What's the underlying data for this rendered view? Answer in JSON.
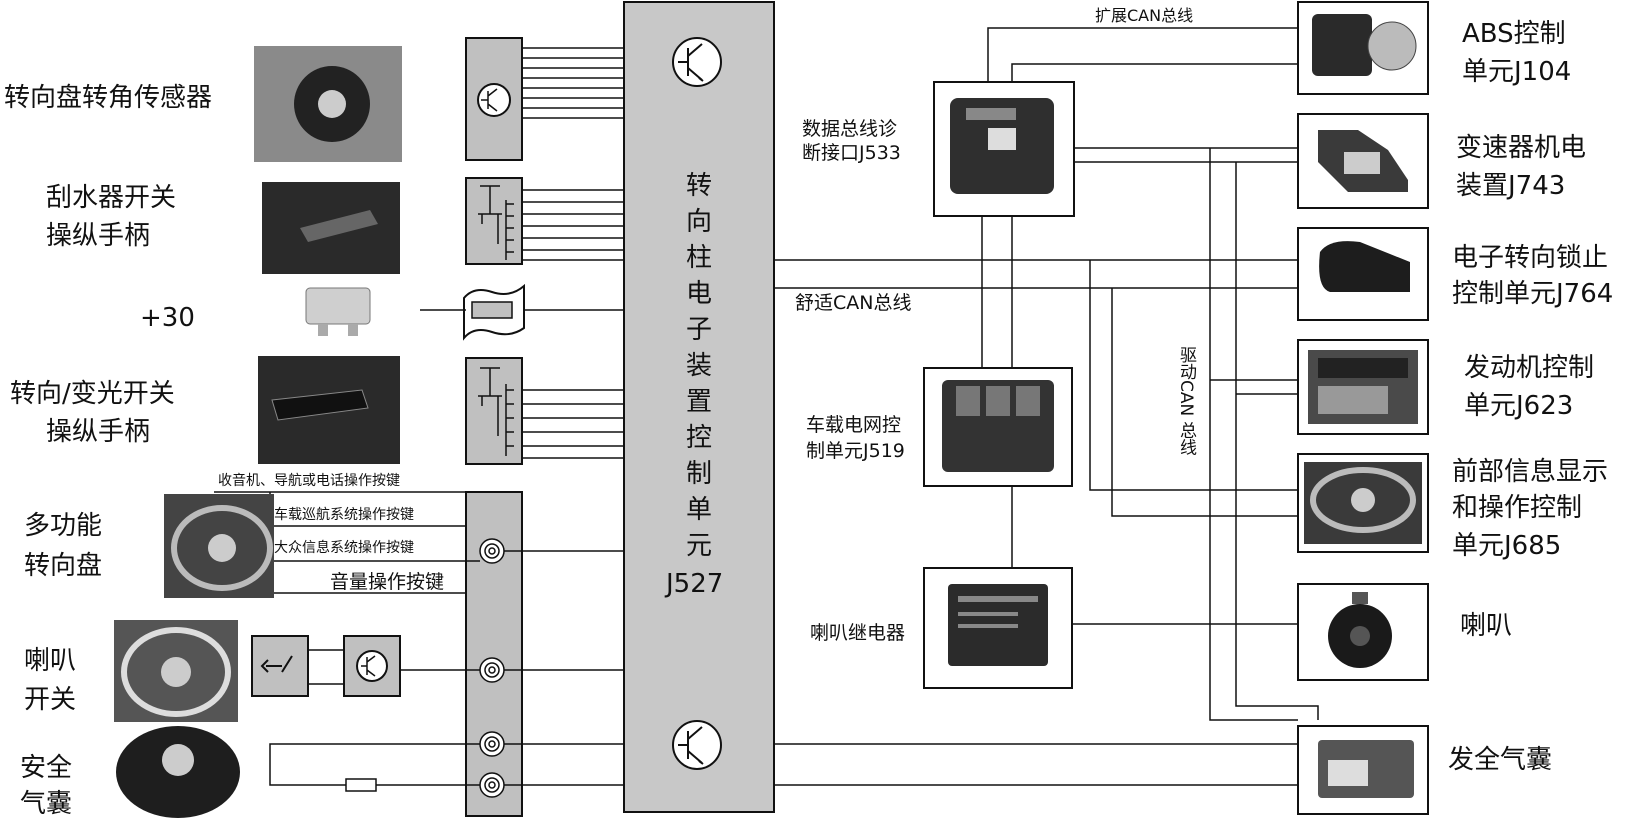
{
  "central_unit": {
    "label": [
      "转",
      "向",
      "柱",
      "电",
      "子",
      "装",
      "置",
      "控",
      "制",
      "单",
      "元"
    ],
    "code": "J527"
  },
  "left_inputs": {
    "steering_angle_sensor": "转向盘转角传感器",
    "wiper_switch": [
      "刮水器开关",
      "操纵手柄"
    ],
    "plus30": "+30",
    "turn_signal_switch": [
      "转向/变光开关",
      "操纵手柄"
    ],
    "multifunction_wheel": [
      "多功能",
      "转向盘"
    ],
    "horn_switch": [
      "喇叭",
      "开关"
    ],
    "airbag_left": [
      "安全",
      "气囊"
    ]
  },
  "mfw_buttons": [
    "收音机、导航或电话操作按键",
    "车载巡航系统操作按键",
    "大众信息系统操作按键",
    "音量操作按键"
  ],
  "bus_labels": {
    "extended_can": "扩展CAN总线",
    "comfort_can": "舒适CAN总线",
    "drive_can": "驱动CAN  总线"
  },
  "middle_units": {
    "gateway": [
      "数据总线诊",
      "断接口J533"
    ],
    "onboard_supply": [
      "车载电网控",
      "制单元J519"
    ],
    "horn_relay": "喇叭继电器"
  },
  "right_units": [
    [
      "ABS控制",
      "单元J104"
    ],
    [
      "变速器机电",
      "装置J743"
    ],
    [
      "电子转向锁止",
      "控制单元J764"
    ],
    [
      "发动机控制",
      "单元J623"
    ],
    [
      "前部信息显示",
      "和操作控制",
      "单元J685"
    ],
    [
      "喇叭"
    ],
    [
      "发全气囊"
    ]
  ],
  "colors": {
    "central_fill": "#c8c8c8",
    "connector_fill": "#c0c0c0",
    "line": "#111111"
  }
}
